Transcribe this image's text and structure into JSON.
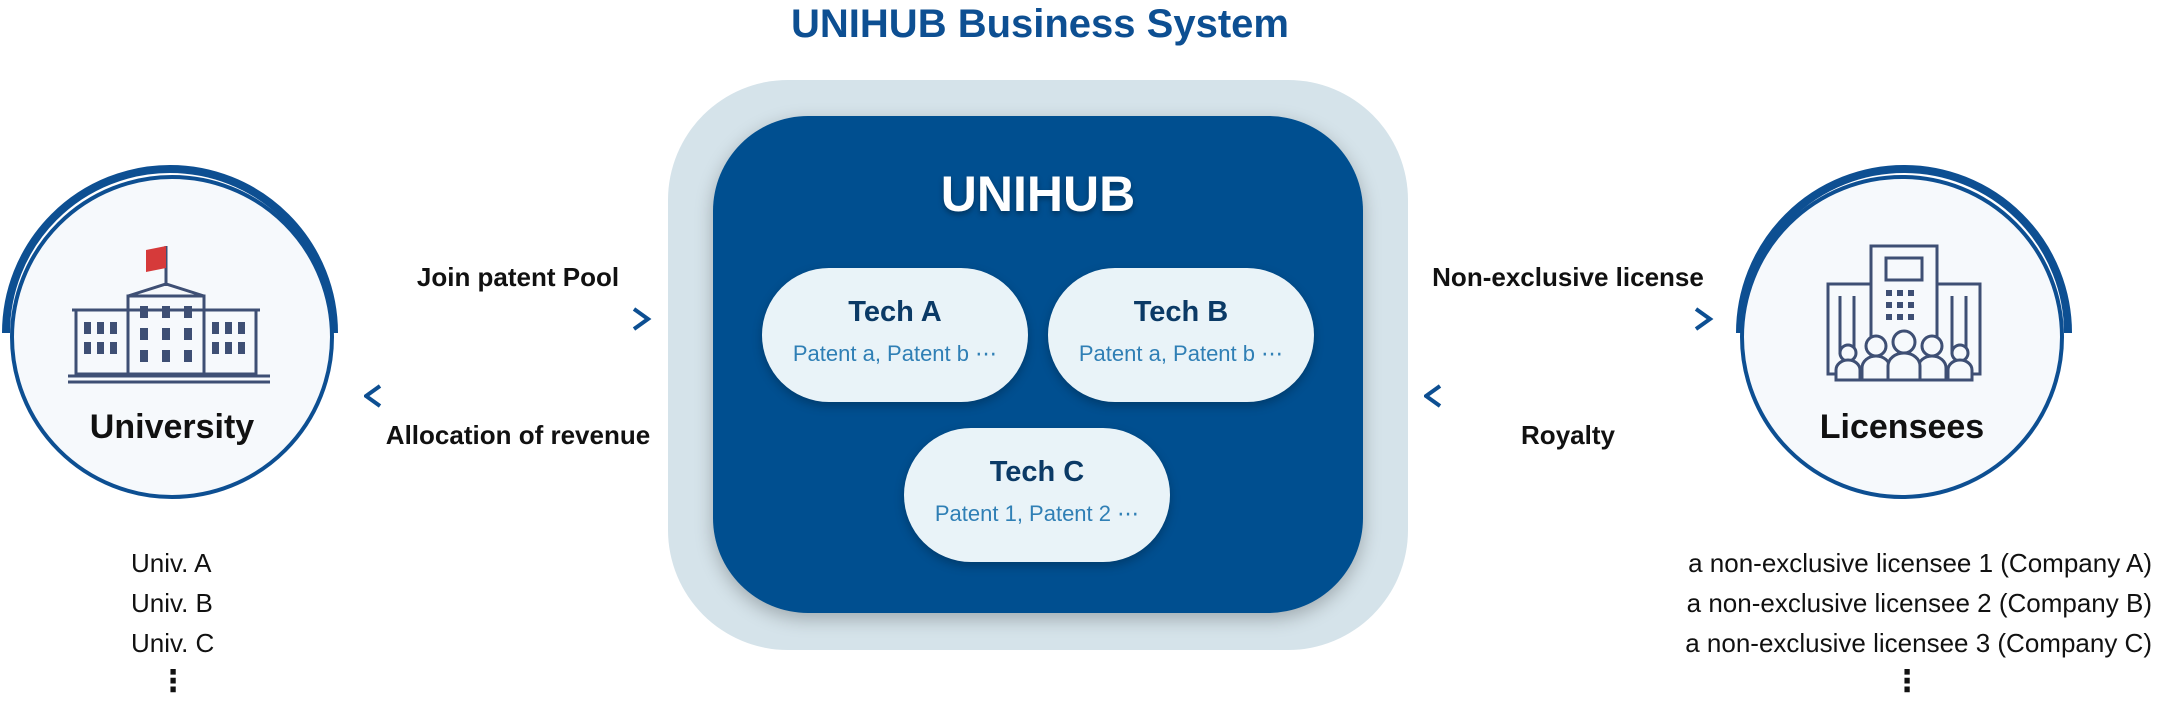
{
  "title": "UNIHUB Business System",
  "hub": {
    "title": "UNIHUB",
    "techs": [
      {
        "name": "Tech A",
        "patents": "Patent a, Patent b ⋯"
      },
      {
        "name": "Tech B",
        "patents": "Patent a, Patent b ⋯"
      },
      {
        "name": "Tech C",
        "patents": "Patent 1, Patent 2 ⋯"
      }
    ]
  },
  "university": {
    "label": "University",
    "members": [
      "Univ. A",
      "Univ. B",
      "Univ. C"
    ],
    "more": "⋮"
  },
  "licensees": {
    "label": "Licensees",
    "members": [
      "a non-exclusive licensee 1 (Company A)",
      "a non-exclusive licensee 2 (Company B)",
      "a non-exclusive licensee 3 (Company C)"
    ],
    "more": "⋮"
  },
  "flows": {
    "join": "Join patent Pool",
    "allocation": "Allocation of revenue",
    "license": "Non-exclusive license",
    "royalty": "Royalty"
  },
  "colors": {
    "primary": "#0d4f92",
    "hub": "#004f90",
    "hub_frame": "#d5e3ea",
    "tech_pill": "#e9f3f8",
    "patent_text": "#2f7fb5",
    "flag": "#d63a3a"
  }
}
